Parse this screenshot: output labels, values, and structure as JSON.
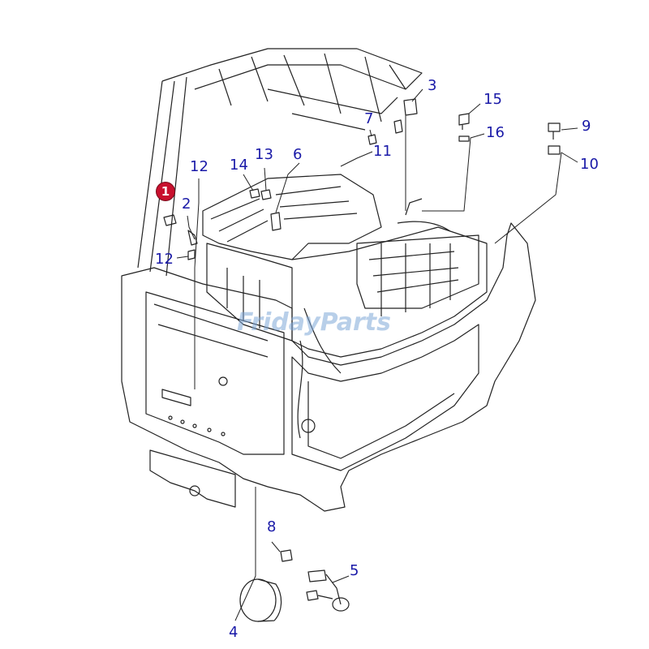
{
  "watermark": "FridayParts",
  "callouts": {
    "c1": "1",
    "c2": "2",
    "c3": "3",
    "c4": "4",
    "c5": "5",
    "c6": "6",
    "c7": "7",
    "c8": "8",
    "c9": "9",
    "c10": "10",
    "c11": "11",
    "c12a": "12",
    "c12b": "12",
    "c13": "13",
    "c14": "14",
    "c15": "15",
    "c16": "16"
  },
  "colors": {
    "callout_text": "#1a1aa8",
    "highlight": "#c8102e",
    "watermark": "#7fa8d8",
    "line": "#222222"
  }
}
